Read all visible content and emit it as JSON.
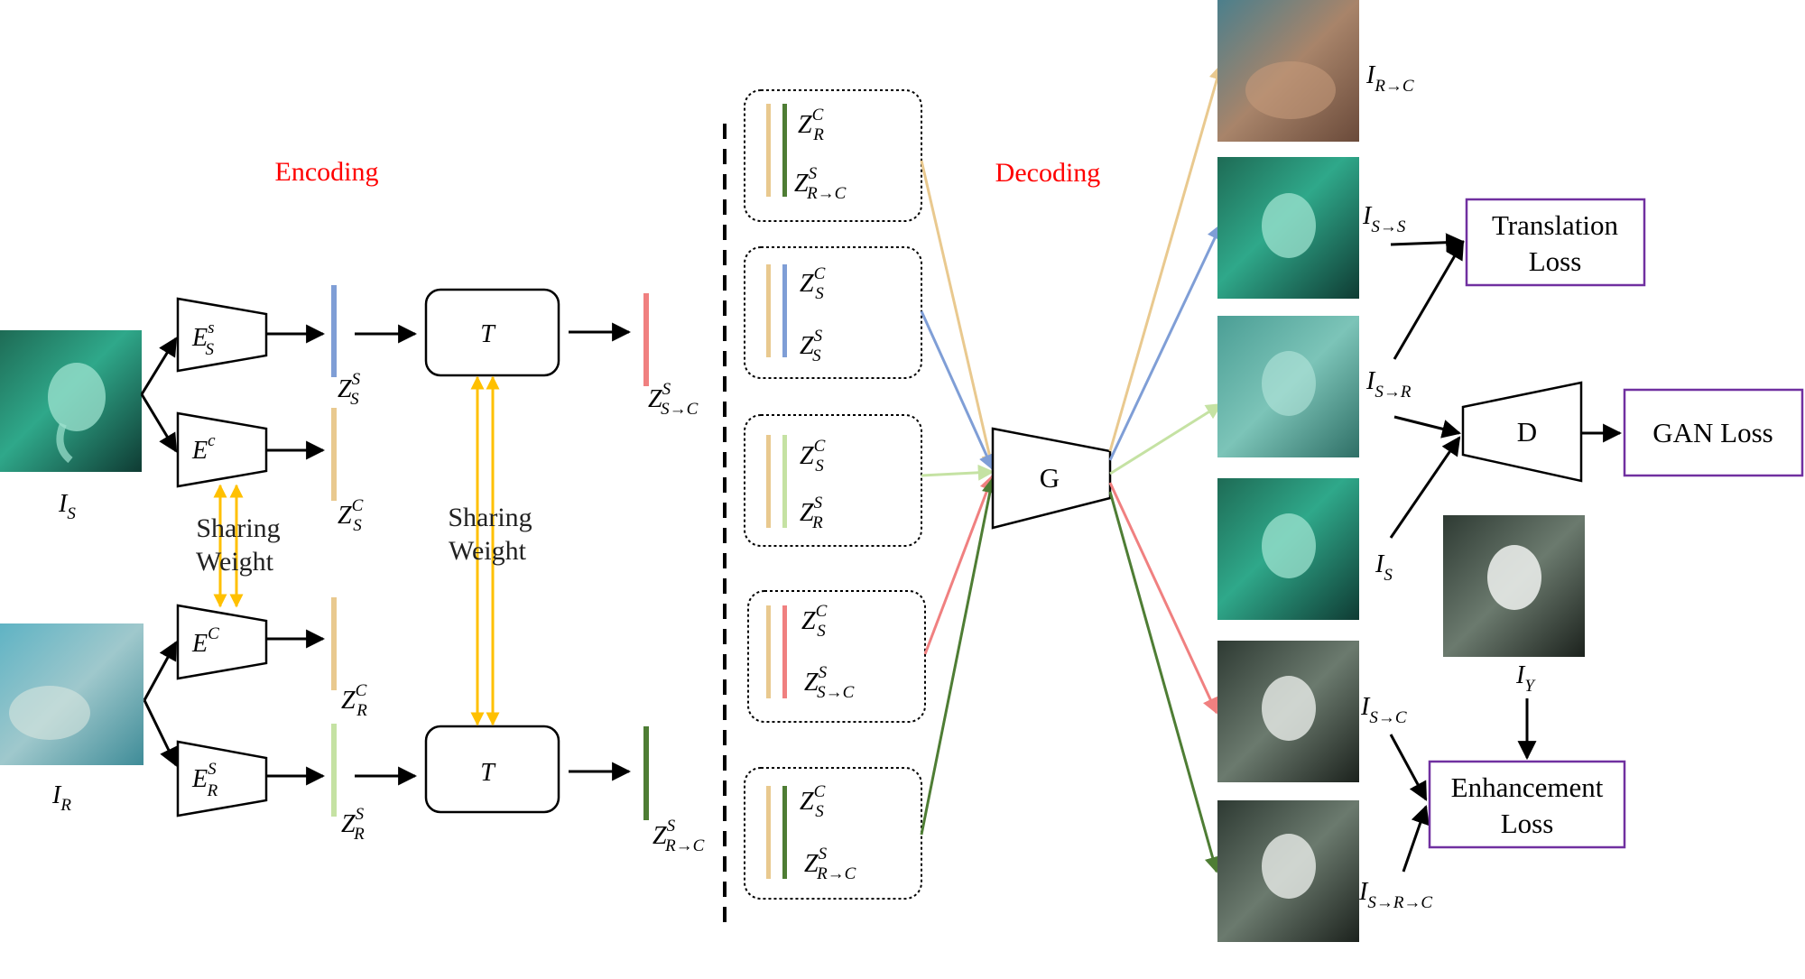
{
  "sections": {
    "encoding": "Encoding",
    "decoding": "Decoding"
  },
  "colors": {
    "section_title": "#ff0000",
    "content_code": "#e9c98f",
    "synthetic_style": "#7f9ed6",
    "real_style": "#c5e2a3",
    "translated_synthetic": "#f08080",
    "translated_real": "#4e7d34",
    "sharing_arrow": "#ffc000",
    "loss_box": "#7030a0"
  },
  "encoders": {
    "style_synthetic": {
      "main": "E",
      "sup": "s",
      "sub": "S"
    },
    "content_top": {
      "main": "E",
      "sup": "c"
    },
    "content_bottom": {
      "main": "E",
      "sup": "C"
    },
    "style_real": {
      "main": "E",
      "sup": "S",
      "sub": "R"
    }
  },
  "transform_label": "T",
  "generator_label": "G",
  "discriminator_label": "D",
  "sharing_weight": {
    "line1": "Sharing",
    "line2": "Weight"
  },
  "input_labels": {
    "synthetic": {
      "main": "I",
      "sub": "S"
    },
    "real": {
      "main": "I",
      "sub": "R"
    }
  },
  "codes": {
    "zss": {
      "main": "Z",
      "sup": "S",
      "sub": "S"
    },
    "zsc": {
      "main": "Z",
      "sup": "C",
      "sub": "S"
    },
    "zrc": {
      "main": "Z",
      "sup": "C",
      "sub": "R"
    },
    "zrs": {
      "main": "Z",
      "sup": "S",
      "sub": "R"
    },
    "zssc": {
      "main": "Z",
      "sup": "S",
      "sub": "S→C"
    },
    "zrsc": {
      "main": "Z",
      "sup": "S",
      "sub": "R→C"
    }
  },
  "pairs": [
    {
      "top": {
        "main": "Z",
        "sup": "C",
        "sub": "R"
      },
      "bottom": {
        "main": "Z",
        "sup": "S",
        "sub": "R→C"
      }
    },
    {
      "top": {
        "main": "Z",
        "sup": "C",
        "sub": "S"
      },
      "bottom": {
        "main": "Z",
        "sup": "S",
        "sub": "S"
      }
    },
    {
      "top": {
        "main": "Z",
        "sup": "C",
        "sub": "S"
      },
      "bottom": {
        "main": "Z",
        "sup": "S",
        "sub": "R"
      }
    },
    {
      "top": {
        "main": "Z",
        "sup": "C",
        "sub": "S"
      },
      "bottom": {
        "main": "Z",
        "sup": "S",
        "sub": "S→C"
      }
    },
    {
      "top": {
        "main": "Z",
        "sup": "C",
        "sub": "S"
      },
      "bottom": {
        "main": "Z",
        "sup": "S",
        "sub": "R→C"
      }
    }
  ],
  "outputs": [
    {
      "main": "I",
      "sub": "R→C"
    },
    {
      "main": "I",
      "sub": "S→S"
    },
    {
      "main": "I",
      "sub": "S→R"
    },
    {
      "main": "I",
      "sub": "S"
    },
    {
      "main": "I",
      "sub": "S→C"
    },
    {
      "main": "I",
      "sub": "S→R→C"
    }
  ],
  "reference_label": {
    "main": "I",
    "sub": "Y"
  },
  "losses": {
    "translation": {
      "line1": "Translation",
      "line2": "Loss"
    },
    "gan": "GAN Loss",
    "enhancement": {
      "line1": "Enhancement",
      "line2": "Loss"
    }
  }
}
